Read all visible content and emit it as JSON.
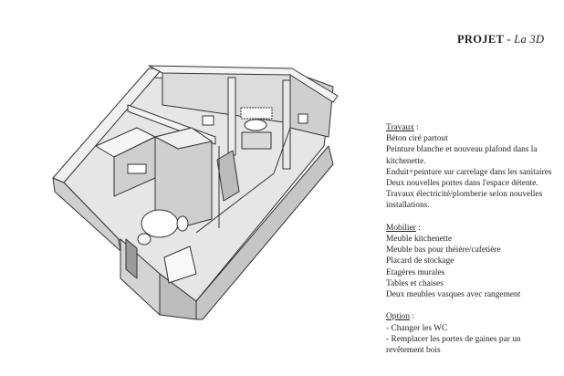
{
  "title": {
    "main": "PROJET - ",
    "sub": "La 3D"
  },
  "travaux": {
    "heading": "Travaux",
    "suffix": " :",
    "lines": [
      "Béton ciré partout",
      "Peinture blanche et nouveau plafond dans la",
      "kitchenette.",
      "Enduit+peinture sur carrelage dans les sanitaires",
      "Deux nouvelles portes dans l'espace détente.",
      "Travaux électricité/plomberie selon nouvelles",
      "installations."
    ]
  },
  "mobilier": {
    "heading": "Mobilier",
    "suffix": " :",
    "lines": [
      "Meuble kitchenette",
      "Meuble bas pour théière/cafetière",
      "Placard de stockage",
      "Etagères murales",
      "Tables et chaises",
      "Deux meubles vasques avec rangement"
    ]
  },
  "option": {
    "heading": "Option",
    "suffix": " :",
    "lines": [
      "- Changer les WC",
      "- Remplacer les portes de gaines par un",
      "revêtement bois"
    ]
  }
}
